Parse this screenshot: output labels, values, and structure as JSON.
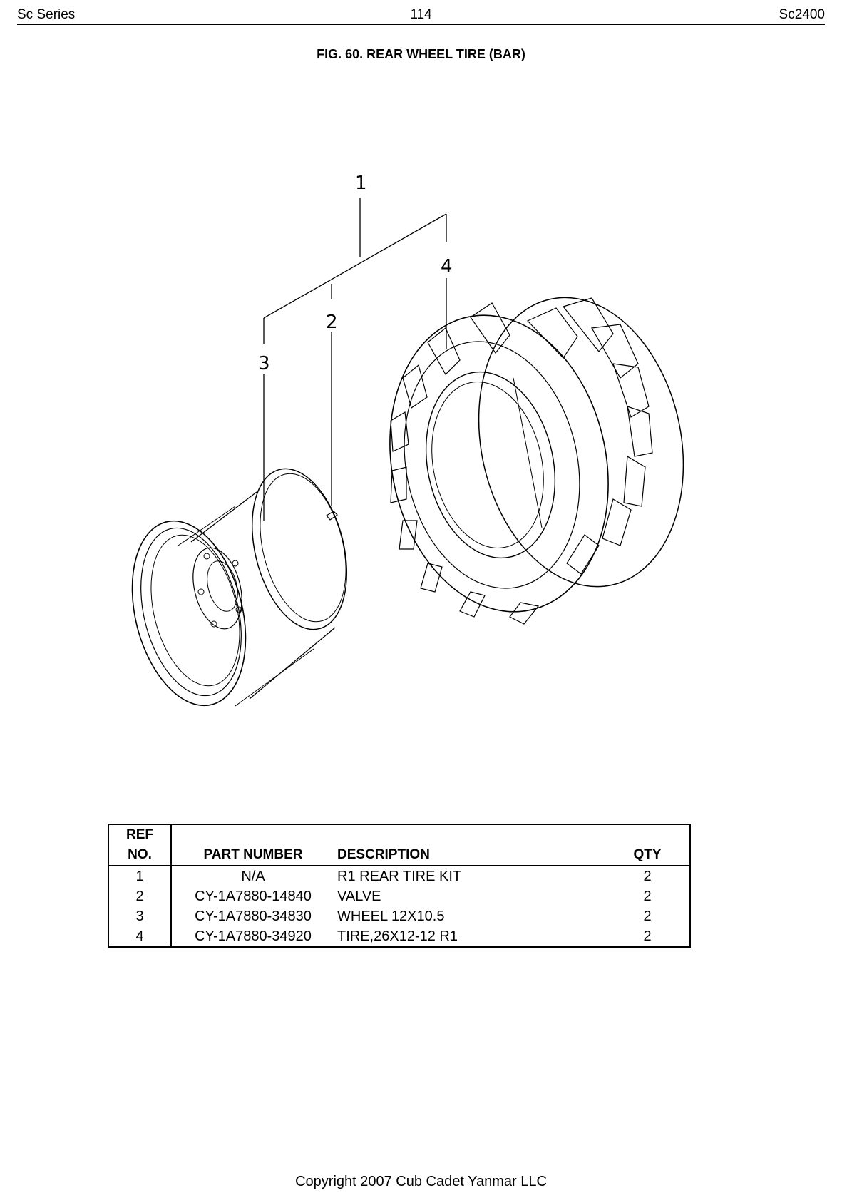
{
  "header": {
    "left": "Sc Series",
    "center": "114",
    "right": "Sc2400"
  },
  "figure": {
    "title": "FIG. 60. REAR WHEEL TIRE (BAR)",
    "callouts": [
      "1",
      "2",
      "3",
      "4"
    ]
  },
  "table": {
    "header_ref_top": "REF",
    "header_ref_bottom": "NO.",
    "header_part_number": "PART NUMBER",
    "header_description": "DESCRIPTION",
    "header_qty": "QTY",
    "rows": [
      {
        "ref": "1",
        "part_number": "N/A",
        "description": "R1 REAR TIRE KIT",
        "qty": "2"
      },
      {
        "ref": "2",
        "part_number": "CY-1A7880-14840",
        "description": "VALVE",
        "qty": "2"
      },
      {
        "ref": "3",
        "part_number": "CY-1A7880-34830",
        "description": "WHEEL 12X10.5",
        "qty": "2"
      },
      {
        "ref": "4",
        "part_number": "CY-1A7880-34920",
        "description": "TIRE,26X12-12 R1",
        "qty": "2"
      }
    ]
  },
  "footer": {
    "copyright": "Copyright 2007 Cub Cadet Yanmar LLC"
  }
}
